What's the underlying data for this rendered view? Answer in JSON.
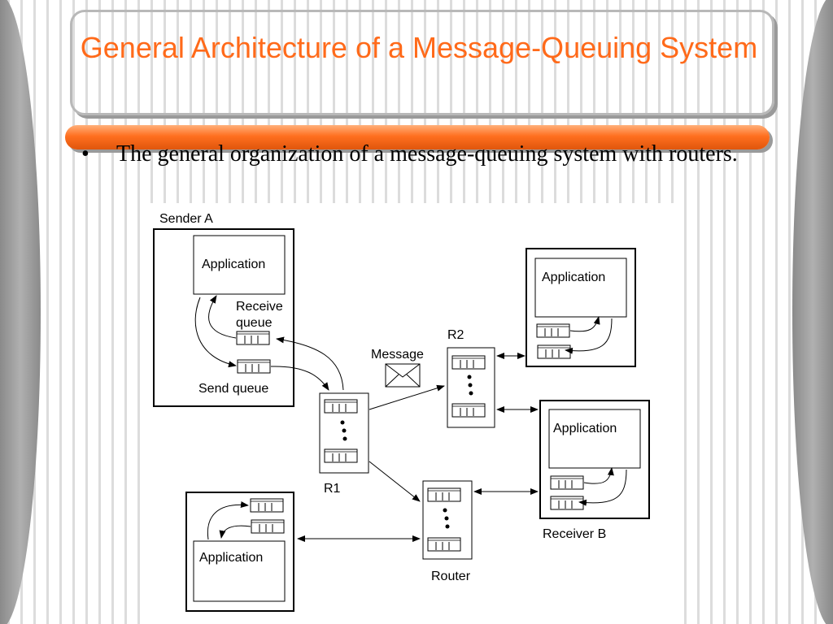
{
  "slide": {
    "title": "General Architecture of a Message-Queuing System",
    "bullet_marker": "•",
    "bullet_text": "The general organization of a message-queuing system with routers."
  },
  "diagram": {
    "sender_label": "Sender A",
    "receiver_label": "Receiver B",
    "application_label": "Application",
    "receive_queue_label_line1": "Receive",
    "receive_queue_label_line2": "queue",
    "send_queue_label": "Send queue",
    "message_label": "Message",
    "r1_label": "R1",
    "r2_label": "R2",
    "router_label": "Router",
    "queue_slots": "| | |"
  },
  "colors": {
    "title": "#ff6a1a",
    "accent_bar": "#ff6f1f"
  }
}
